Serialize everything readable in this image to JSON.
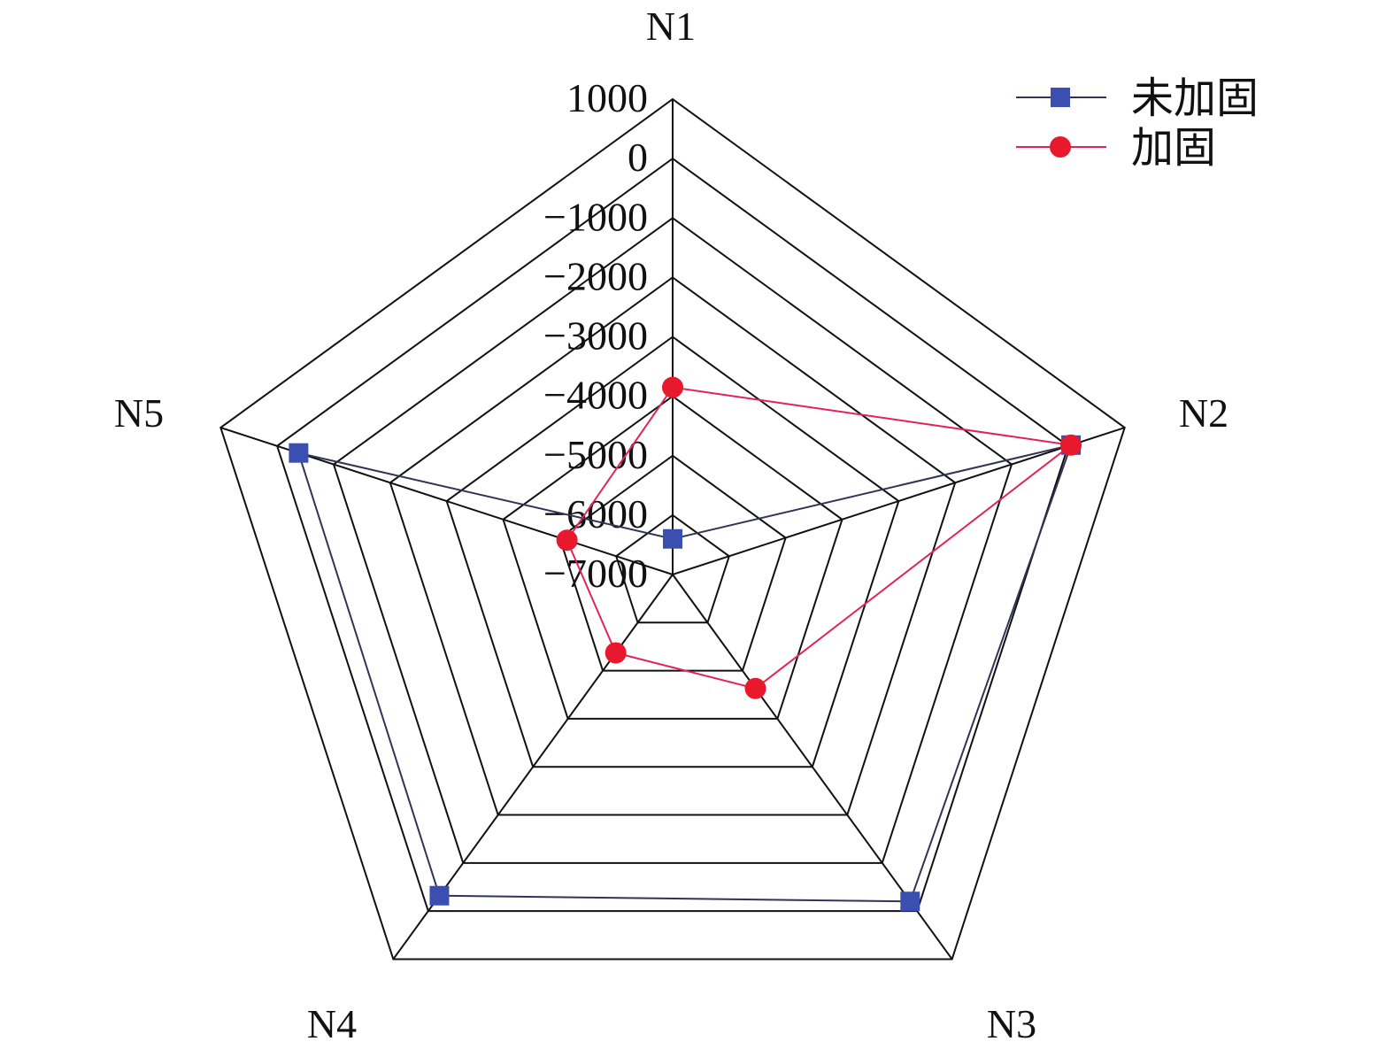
{
  "chart_data": {
    "type": "radar",
    "axes": [
      "N1",
      "N2",
      "N3",
      "N4",
      "N5"
    ],
    "radial_range": [
      -7000,
      1000
    ],
    "radial_ticks": [
      1000,
      0,
      -1000,
      -2000,
      -3000,
      -4000,
      -5000,
      -6000,
      -7000
    ],
    "radial_tick_labels": [
      "1000",
      "0",
      "−1000",
      "−2000",
      "−3000",
      "−4000",
      "−5000",
      "−6000",
      "−7000"
    ],
    "grid": true,
    "legend_position": "top-right",
    "series": [
      {
        "name": "未加固",
        "color": "#3a4fb0",
        "line_color": "#333355",
        "marker": "square",
        "values": [
          -6400,
          50,
          -200,
          -320,
          -380
        ]
      },
      {
        "name": "加固",
        "color": "#e8192c",
        "line_color": "#e0245a",
        "marker": "circle",
        "values": [
          -3850,
          50,
          -4630,
          -5370,
          -5130
        ]
      }
    ]
  }
}
